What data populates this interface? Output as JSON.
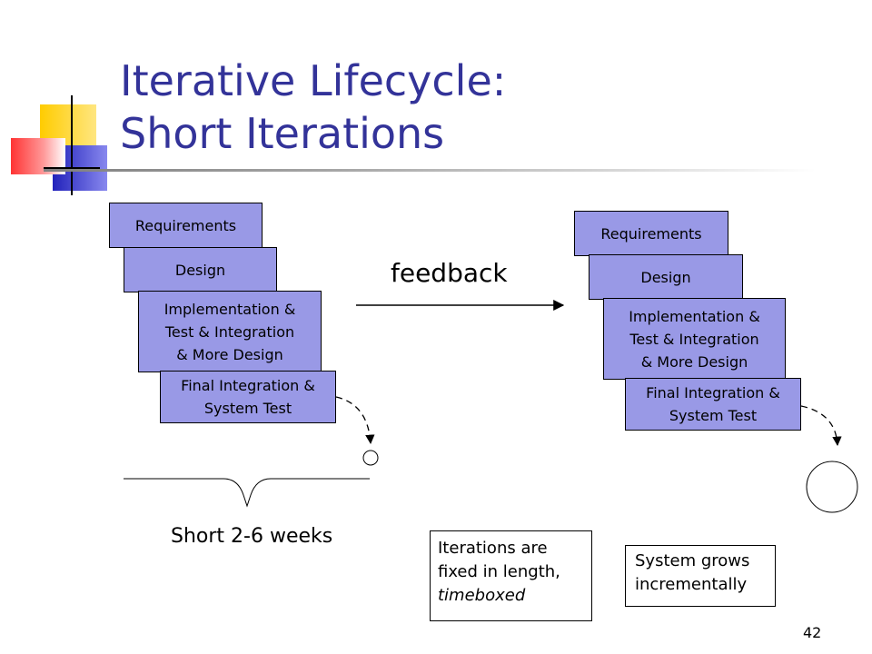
{
  "slide": {
    "title_line1": "Iterative Lifecycle:",
    "title_line2": "Short Iterations",
    "page_number": "42"
  },
  "left_iteration": {
    "requirements": "Requirements",
    "design": "Design",
    "implementation": "Implementation &\nTest & Integration\n& More Design",
    "final": "Final Integration &\nSystem Test"
  },
  "right_iteration": {
    "requirements": "Requirements",
    "design": "Design",
    "implementation": "Implementation &\nTest & Integration\n& More Design",
    "final": "Final Integration &\nSystem Test"
  },
  "feedback_label": "feedback",
  "duration_label": "Short 2-6 weeks",
  "notes": {
    "fixed_prefix": "Iterations are fixed in length,",
    "fixed_italic": "timeboxed",
    "system_grows": "System grows incrementally"
  },
  "colors": {
    "title": "#333399",
    "phase_box": "#9999e6",
    "deco_yellow": "#ffcc00",
    "deco_red": "#ff3333",
    "deco_blue": "#3333cc"
  }
}
